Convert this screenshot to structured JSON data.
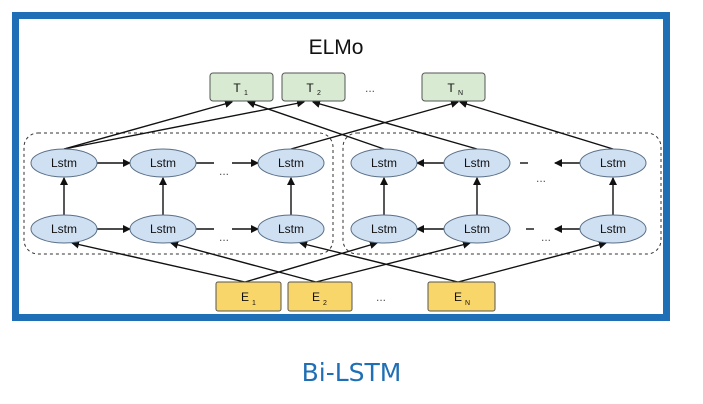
{
  "diagram": {
    "title": "ELMo",
    "lstm_label": "Lstm",
    "outputs": [
      {
        "base": "T",
        "sub": "1"
      },
      {
        "base": "T",
        "sub": "2"
      },
      {
        "base": "T",
        "sub": "N"
      }
    ],
    "inputs": [
      {
        "base": "E",
        "sub": "1"
      },
      {
        "base": "E",
        "sub": "2"
      },
      {
        "base": "E",
        "sub": "N"
      }
    ],
    "ellipsis": "...",
    "colors": {
      "frame": "#1f6fb6",
      "lstm_fill": "#cfe0f3",
      "output_fill": "#d9ead3",
      "input_fill": "#f9d66a",
      "caption": "#1f6fb6"
    }
  },
  "caption": "Bi-LSTM"
}
